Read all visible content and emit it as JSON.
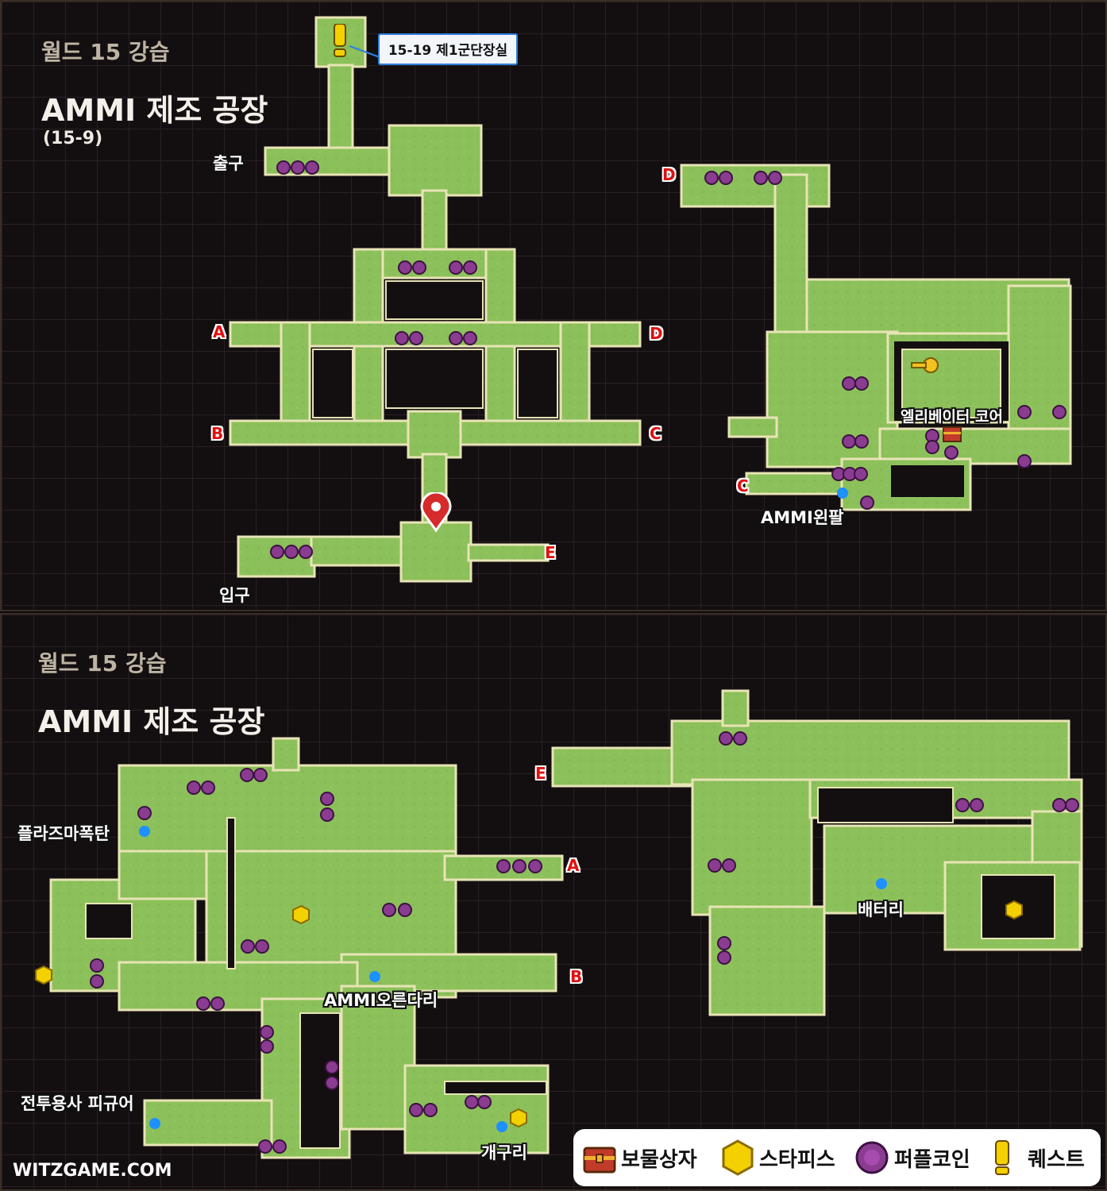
{
  "top_panel": {
    "world": "월드 15 강습",
    "title": "AMMI 제조 공장",
    "code": "(15-9)",
    "quest_box": "15-19 제1군단장실",
    "labels": {
      "exit": "출구",
      "entrance": "입구",
      "elevator_core": "엘리베이터 코어",
      "ammi_left_arm": "AMMI왼팔"
    },
    "portals": {
      "a": "A",
      "b": "B",
      "c": "C",
      "d": "D",
      "e": "E"
    }
  },
  "bottom_panel": {
    "world": "월드 15 강습",
    "title": "AMMI 제조 공장",
    "labels": {
      "plasma_bomb": "플라즈마폭탄",
      "ammi_right_leg": "AMMI오른다리",
      "battle_hero_figure": "전투용사 피규어",
      "frog": "개구리",
      "battery": "배터리"
    },
    "portals": {
      "a": "A",
      "b": "B",
      "e": "E"
    }
  },
  "legend": {
    "treasure": "보물상자",
    "star_piece": "스타피스",
    "purple_coin": "퍼플코인",
    "quest": "퀘스트"
  },
  "site": "WITZGAME.COM",
  "colors": {
    "floor": "#8cc05a",
    "outline": "#e8e4b6",
    "coin": "#8a3c90",
    "marker": "#d62b2b",
    "npc_dot": "#1e90ff",
    "star": "#f3d000"
  }
}
